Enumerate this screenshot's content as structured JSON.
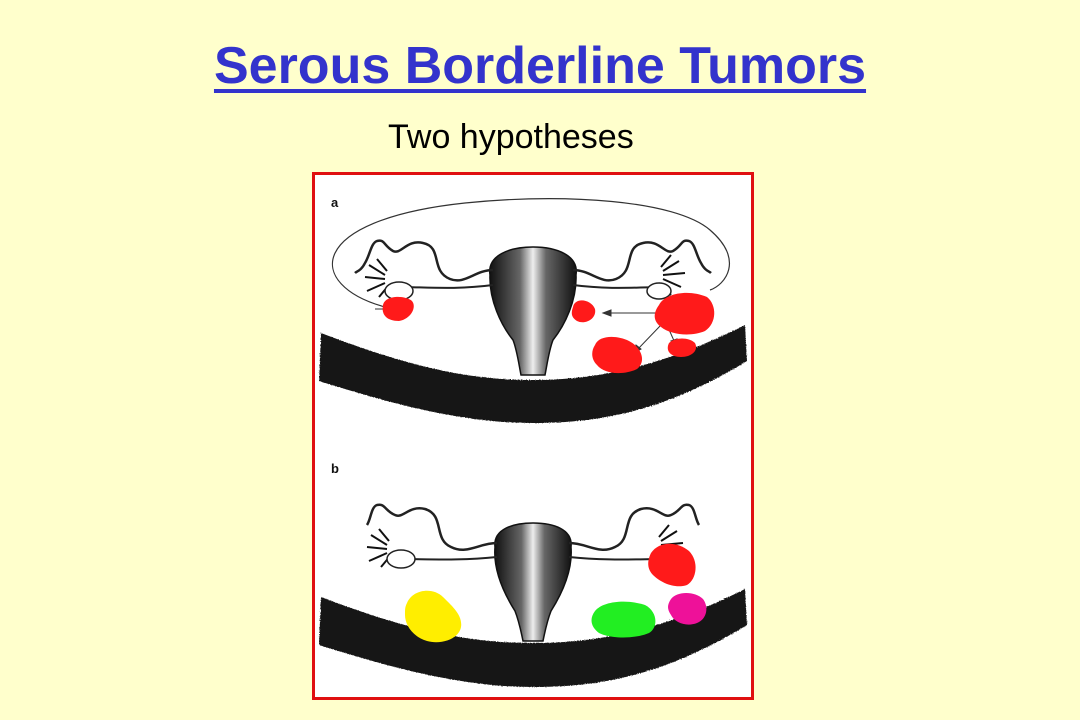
{
  "slide": {
    "title": "Serous Borderline Tumors",
    "subtitle": "Two hypotheses",
    "background_color": "#FFFFCC",
    "title_color": "#3333CC",
    "frame_color": "#E01010"
  },
  "figure": {
    "panel_a": {
      "label": "a",
      "lesions": [
        {
          "id": "left-ovary-lesion",
          "color": "#FF1A1A"
        },
        {
          "id": "uterine-surface-lesion",
          "color": "#FF1A1A"
        },
        {
          "id": "right-adnexal-lesion",
          "color": "#FF1A1A"
        },
        {
          "id": "pelvic-lesion-large",
          "color": "#FF1A1A"
        },
        {
          "id": "pelvic-lesion-small",
          "color": "#FF1A1A"
        }
      ]
    },
    "panel_b": {
      "label": "b",
      "lesions": [
        {
          "id": "right-ovary-lesion",
          "color": "#FF1A1A"
        },
        {
          "id": "left-peritoneal-lesion",
          "color": "#FFEE00"
        },
        {
          "id": "right-peritoneal-lesion",
          "color": "#22EE22"
        },
        {
          "id": "far-right-peritoneal-lesion",
          "color": "#EE1199"
        }
      ]
    }
  }
}
